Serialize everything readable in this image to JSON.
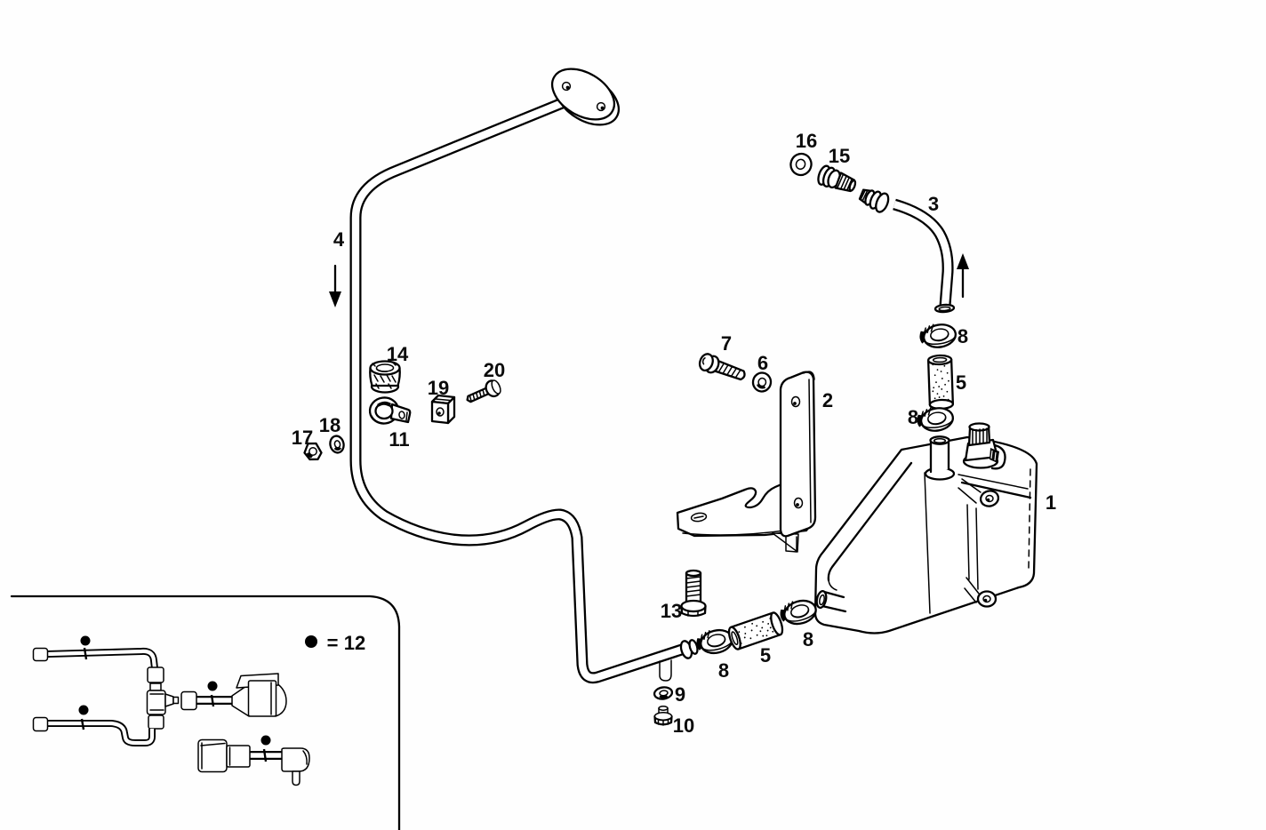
{
  "diagram": {
    "kind": "exploded-parts-diagram",
    "ink_color": "#000000",
    "paper_color": "#ffffff",
    "callouts": [
      {
        "label": "4"
      },
      {
        "label": "16"
      },
      {
        "label": "15"
      },
      {
        "label": "3"
      },
      {
        "label": "8"
      },
      {
        "label": "5"
      },
      {
        "label": "8"
      },
      {
        "label": "1"
      },
      {
        "label": "7"
      },
      {
        "label": "6"
      },
      {
        "label": "2"
      },
      {
        "label": "14"
      },
      {
        "label": "19"
      },
      {
        "label": "20"
      },
      {
        "label": "11"
      },
      {
        "label": "17"
      },
      {
        "label": "18"
      },
      {
        "label": "13"
      },
      {
        "label": "8"
      },
      {
        "label": "5"
      },
      {
        "label": "8"
      },
      {
        "label": "9"
      },
      {
        "label": "10"
      }
    ],
    "legend": {
      "equals_sign": "=",
      "part_label": "12"
    }
  }
}
